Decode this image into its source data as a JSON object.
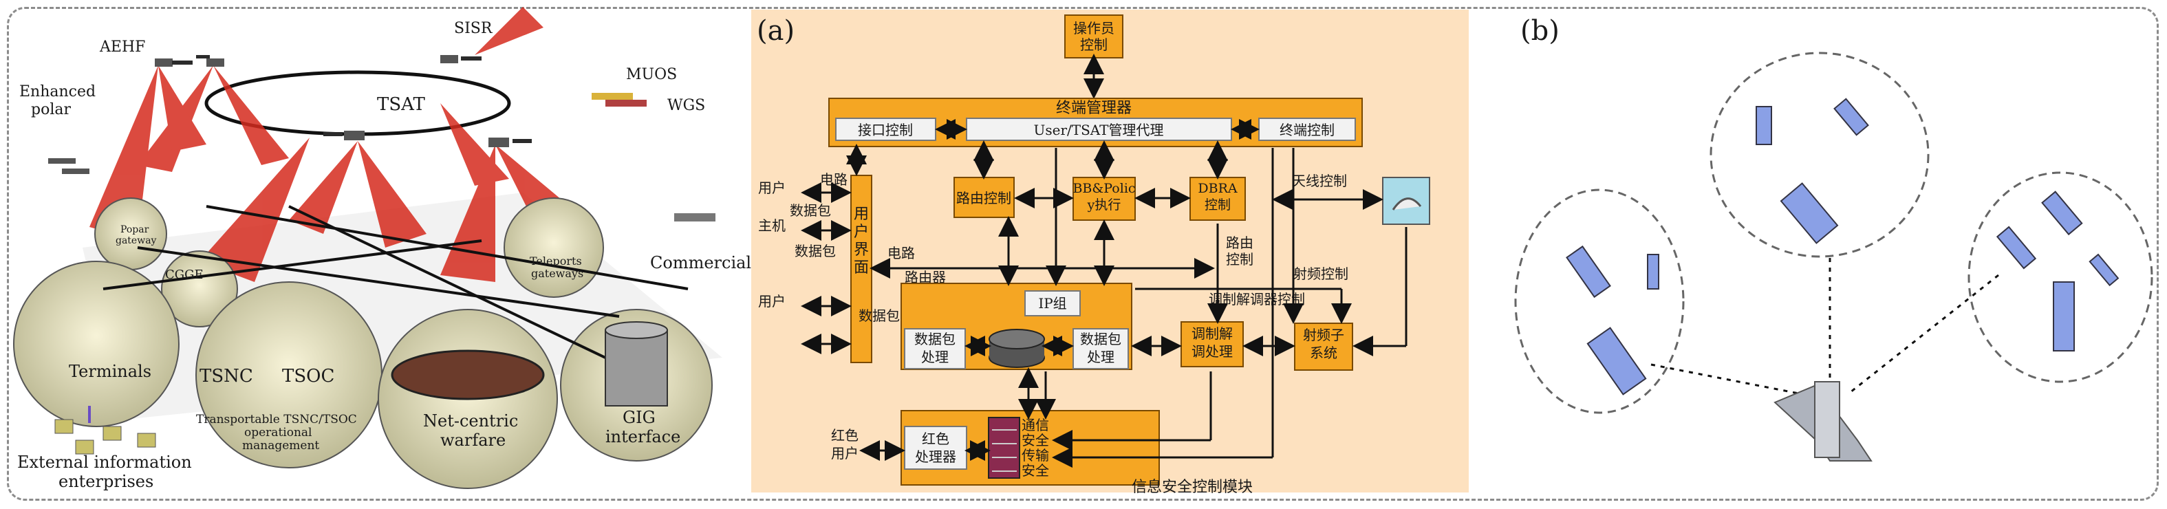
{
  "panel_a_label": "(a)",
  "panel_b_label": "(b)",
  "left": {
    "AEHF": "AEHF",
    "SISR": "SISR",
    "MUOS": "MUOS",
    "WGS": "WGS",
    "TSAT": "TSAT",
    "enhanced_polar": "Enhanced\npolar",
    "popar_gateway": "Popar\ngateway",
    "cgge": "CGGE",
    "teleports": "Teleports\ngateways",
    "commercial": "Commercial",
    "terminals": "Terminals",
    "tsnc": "TSNC",
    "tsoc": "TSOC",
    "transportable": "Transportable TSNC/TSOC\noperational\nmanagement",
    "net_centric": "Net-centric\nwarfare",
    "gig": "GIG\ninterface",
    "external": "External information\nenterprises"
  },
  "a": {
    "operator": "操作员\n控制",
    "terminal_manager": "终端管理器",
    "interface_ctrl": "接口控制",
    "user_tsat": "User/TSAT管理代理",
    "terminal_ctrl": "终端控制",
    "route_ctrl": "路由控制",
    "bb_policy": "BB&Polic\ny执行",
    "dbra": "DBRA\n控制",
    "antenna_ctrl": "天线控制",
    "user_iface": "用\n户\n界\n面",
    "circuit1": "电路",
    "user1": "用户",
    "packet1": "数据包",
    "host": "主机",
    "packet2": "数据包",
    "circuit2": "电路",
    "router": "路由器",
    "user2": "用户",
    "packet3": "数据包",
    "ip_group": "IP组",
    "route_ctrl2": "路由\n控制",
    "rf_ctrl": "射频控制",
    "modem_ctrl": "调制解调器控制",
    "pkt_proc1": "数据包\n处理",
    "pkt_proc2": "数据包\n处理",
    "modem": "调制解\n调处理",
    "rf_sub": "射频子\n系统",
    "red_user": "红色\n用户",
    "red_proc": "红色\n处理器",
    "comsec": "通信\n安全\n传输\n安全",
    "infosec": "信息安全控制模块"
  }
}
